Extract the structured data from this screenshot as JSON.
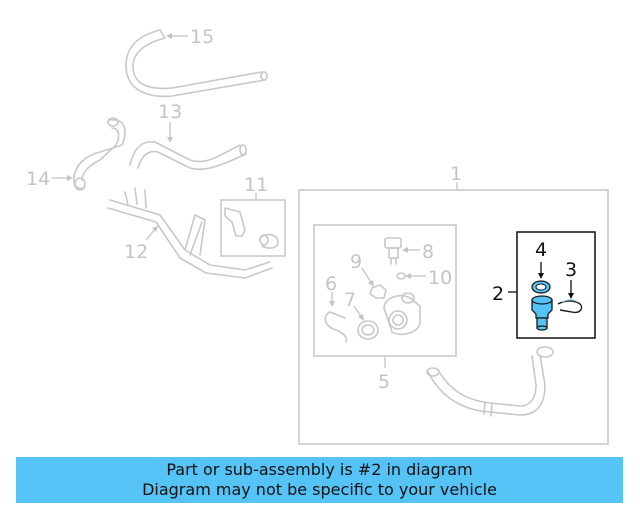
{
  "callouts": {
    "c1": "1",
    "c2": "2",
    "c3": "3",
    "c4": "4",
    "c5": "5",
    "c6": "6",
    "c7": "7",
    "c8": "8",
    "c9": "9",
    "c10": "10",
    "c11": "11",
    "c12": "12",
    "c13": "13",
    "c14": "14",
    "c15": "15"
  },
  "highlight_color": "#55c3f6",
  "banner": {
    "line1": "Part or sub-assembly is #2 in diagram",
    "line2": "Diagram may not be specific to your vehicle"
  }
}
